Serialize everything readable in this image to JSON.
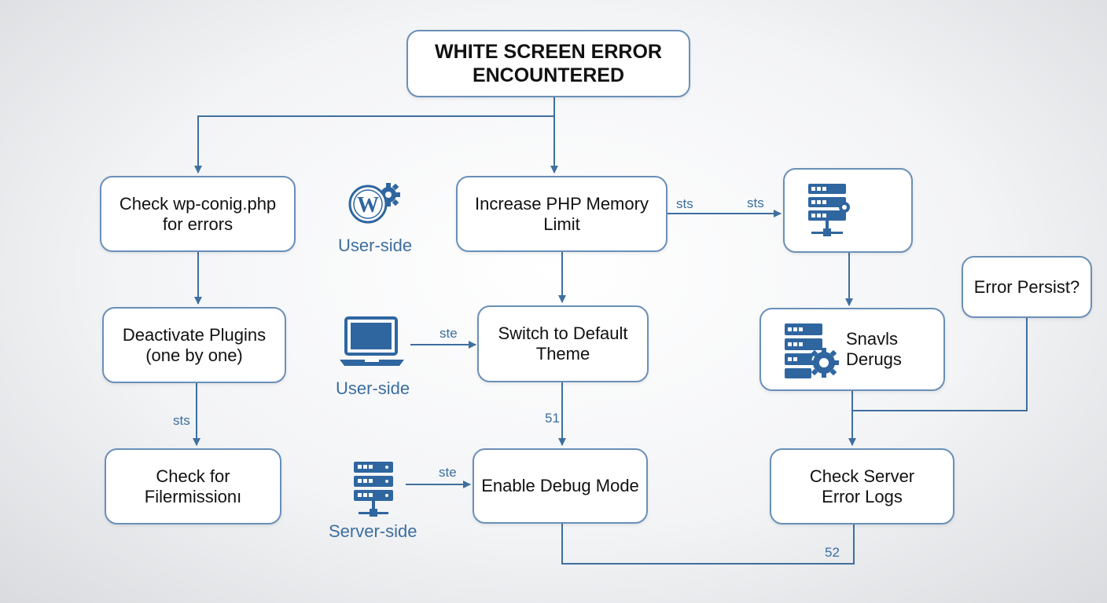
{
  "nodes": {
    "start": "WHITE SCREEN ERROR\nENCOUNTERED",
    "check_config": "Check wp-conig.php\nfor errors",
    "increase_memory": "Increase PHP Memory\nLimit",
    "deactivate_plugins": "Deactivate Plugins\n(one by one)",
    "switch_theme": "Switch to Default\nTheme",
    "check_permissions": "Check for Filermissionı",
    "enable_debug": "Enable Debug Mode",
    "error_persist": "Error Persist?",
    "snavls": "Snavls\nDerugs",
    "check_logs": "Check Server\nError Logs"
  },
  "side_labels": {
    "user_side_1": "User-side",
    "user_side_2": "User-side",
    "server_side": "Server-side"
  },
  "edge_labels": {
    "sts_a": "sts",
    "sts_b": "sts",
    "sts_c": "sts",
    "ste_a": "ste",
    "ste_b": "ste",
    "n51": "51",
    "n52": "52"
  },
  "colors": {
    "line": "#3f6f9e",
    "icon": "#2f66a0",
    "border": "#6a8fb8"
  },
  "icons": [
    "wordpress-gear-icon",
    "laptop-icon",
    "server-icon",
    "server-gear-icon"
  ]
}
